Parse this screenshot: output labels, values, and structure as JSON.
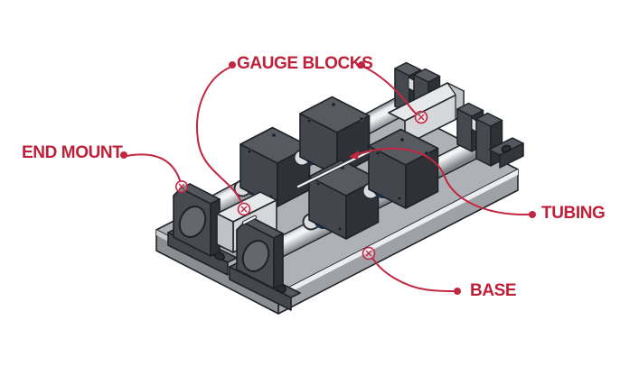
{
  "diagram": {
    "type": "labeled-technical-illustration",
    "subject": "tube measuring fixture with gauge blocks on linear rails",
    "background": "#ffffff",
    "callouts": {
      "gauge_blocks": {
        "label": "GAUGE BLOCKS",
        "target": "light gray rectangular blocks on the base"
      },
      "end_mount": {
        "label": "END MOUNT",
        "target": "shaft support block at left end of rails"
      },
      "tubing": {
        "label": "TUBING",
        "target": "thin tube held between the carrier blocks"
      },
      "base": {
        "label": "BASE",
        "target": "flat plate under the whole assembly"
      }
    },
    "palette": {
      "accent_red": "#BE2039",
      "leader_red": "#C22742",
      "bushing_blue": "#1F7ACF",
      "bushing_blue_edge": "#16365C",
      "base_top_gray": "#AEB1B6",
      "base_front_gray": "#9EA1A6",
      "base_left_gray": "#8A8D92",
      "block_face_gray": "#43464C",
      "block_side_dark": "#2E3136",
      "block_top_gray": "#575A60",
      "gauge_block_light": "#E7E8EA",
      "rail_highlight": "#F6F7F8",
      "outline_dark": "#1F2226"
    },
    "markers": {
      "style": "circled-x",
      "count": 4
    }
  }
}
